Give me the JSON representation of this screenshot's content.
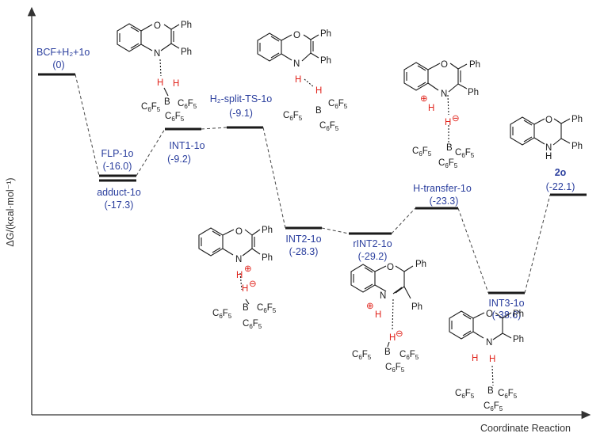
{
  "axis": {
    "y_label": "ΔG/(kcal·mol⁻¹)",
    "x_label": "Coordinate Reaction"
  },
  "colors": {
    "label": "#2b3f9e",
    "level": "#1a1a1a",
    "axis": "#333333",
    "hydrogen": "#e0231b",
    "dash": "#444444"
  },
  "states": [
    {
      "id": "r",
      "name": "BCF+H₂+1o",
      "energy": -0.0,
      "value": "(0)"
    },
    {
      "id": "flp",
      "name": "FLP-1o",
      "energy": -16.0,
      "value": "(-16.0)"
    },
    {
      "id": "adduct",
      "name": "adduct-1o",
      "energy": -17.3,
      "value": "(-17.3)"
    },
    {
      "id": "int1",
      "name": "INT1-1o",
      "energy": -9.2,
      "value": "(-9.2)"
    },
    {
      "id": "ts",
      "name": "H₂-split-TS-1o",
      "energy": -9.1,
      "value": "(-9.1)"
    },
    {
      "id": "int2",
      "name": "INT2-1o",
      "energy": -28.3,
      "value": "(-28.3)"
    },
    {
      "id": "rint2",
      "name": "rINT2-1o",
      "energy": -29.2,
      "value": "(-29.2)"
    },
    {
      "id": "ht",
      "name": "H-transfer-1o",
      "energy": -23.3,
      "value": "(-23.3)"
    },
    {
      "id": "int3",
      "name": "INT3-1o",
      "energy": -38.6,
      "value": "(-38.6)"
    },
    {
      "id": "p",
      "name": "2o",
      "energy": -22.1,
      "value": "(-22.1)"
    }
  ],
  "molecule_text": {
    "O": "O",
    "N": "N",
    "H": "H",
    "B": "B",
    "Ph": "Ph",
    "C6F5": "C6F5",
    "plus": "⊕",
    "minus": "⊖"
  }
}
